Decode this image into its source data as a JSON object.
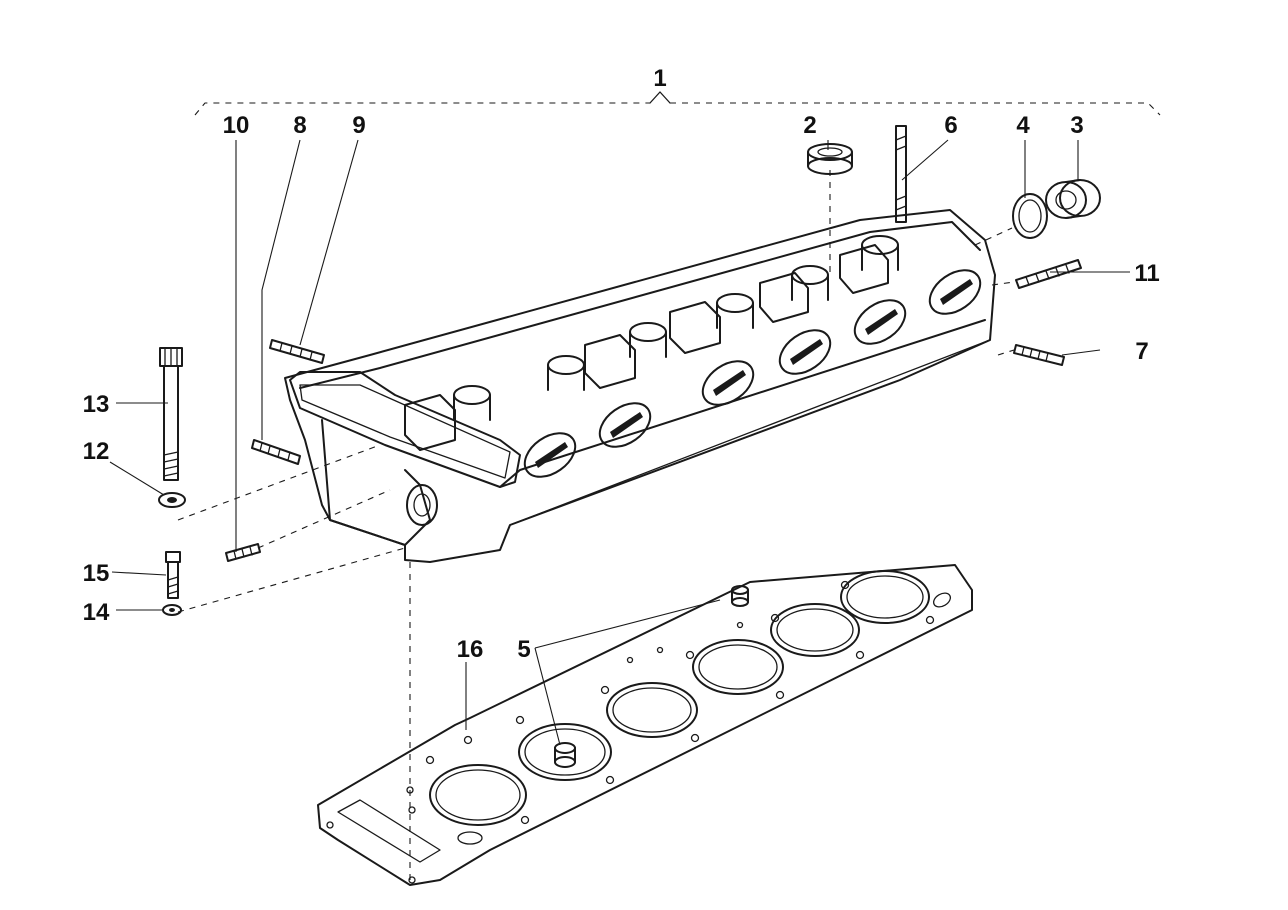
{
  "labels": {
    "l1": "1",
    "l2": "2",
    "l3": "3",
    "l4": "4",
    "l5": "5",
    "l6": "6",
    "l7": "7",
    "l8": "8",
    "l9": "9",
    "l10": "10",
    "l11": "11",
    "l12": "12",
    "l13": "13",
    "l14": "14",
    "l15": "15",
    "l16": "16"
  },
  "colors": {
    "ink": "#1a1a1a",
    "paper": "#ffffff"
  }
}
